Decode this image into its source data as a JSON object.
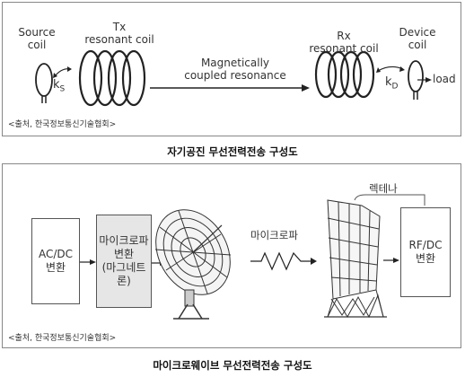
{
  "wireless_power": {
    "source_coil": [
      "Source",
      "coil"
    ],
    "tx_coil": [
      "Tx",
      "resonant coil"
    ],
    "center_text": [
      "Magnetically",
      "coupled resonance"
    ],
    "rx_coil": [
      "Rx",
      "resonant coil"
    ],
    "device_coil": [
      "Device",
      "coil"
    ],
    "ks": "k",
    "ks_sub": "S",
    "kd": "k",
    "kd_sub": "D",
    "load": "load",
    "source": "<출처, 한국정보통신기술협회>",
    "caption": "자기공진 무선전력전송 구성도"
  },
  "microwave": {
    "acdc": [
      "AC/DC",
      "변환"
    ],
    "magnetron": [
      "마이크로파",
      "변환",
      "(마그네트론)"
    ],
    "mw_label": "마이크로파",
    "rectenna": "렉테나",
    "rfdc": [
      "RF/DC",
      "변환"
    ],
    "source": "<출처, 한국정보통신기술협회>",
    "caption": "마이크로웨이브 무선전력전송 구성도"
  }
}
